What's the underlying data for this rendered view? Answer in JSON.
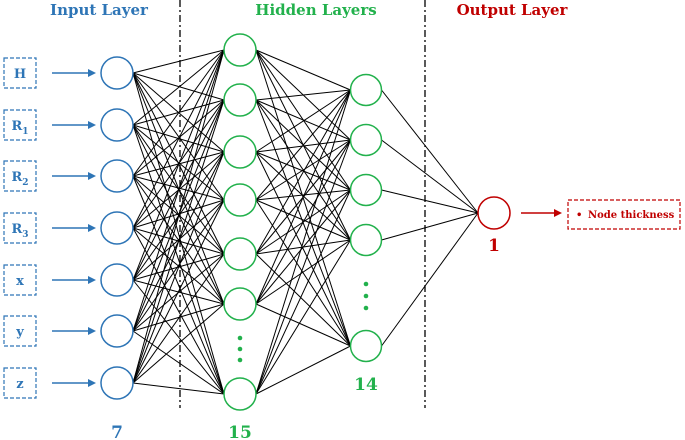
{
  "headers": {
    "input": "Input Layer",
    "hidden": "Hidden Layers",
    "output": "Output Layer"
  },
  "inputs": [
    {
      "base": "H",
      "sub": ""
    },
    {
      "base": "R",
      "sub": "1"
    },
    {
      "base": "R",
      "sub": "2"
    },
    {
      "base": "R",
      "sub": "3"
    },
    {
      "base": "x",
      "sub": ""
    },
    {
      "base": "y",
      "sub": ""
    },
    {
      "base": "z",
      "sub": ""
    }
  ],
  "counts": {
    "input": "7",
    "hidden1": "15",
    "hidden2": "14",
    "output": "1"
  },
  "output_label": {
    "bullet": "•",
    "text": "Node thickness"
  },
  "colors": {
    "input": "#2e75b6",
    "hidden": "#22b14c",
    "output": "#c00000",
    "edge": "#000000"
  }
}
